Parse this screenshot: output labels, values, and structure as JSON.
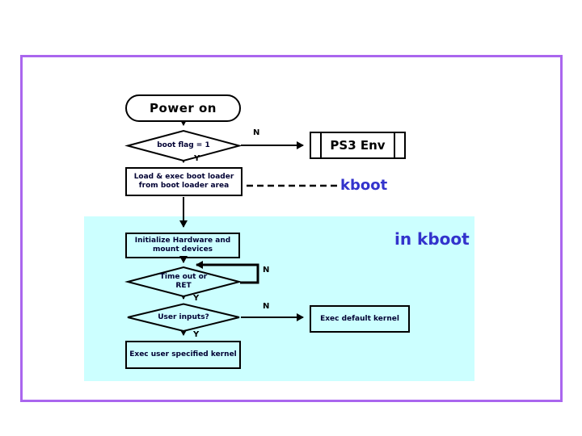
{
  "colors": {
    "frame_border": "#aa66ee",
    "kboot_region_background": "#ccffff",
    "annotation_blue": "#3333cc",
    "line_color": "#000000"
  },
  "nodes": {
    "power_on": {
      "label": "Power on"
    },
    "boot_flag": {
      "label": "boot flag = 1"
    },
    "ps3_env": {
      "label": "PS3 Env"
    },
    "load_boot_loader": {
      "line1": "Load & exec boot loader",
      "line2": "from boot loader area"
    },
    "init_hardware": {
      "line1": "Initialize Hardware and",
      "line2": "mount devices"
    },
    "time_out": {
      "line1": "Time out or",
      "line2": "RET"
    },
    "user_inputs": {
      "label": "User inputs?"
    },
    "exec_default_kernel": {
      "label": "Exec default kernel"
    },
    "exec_user_kernel": {
      "label": "Exec user specified kernel"
    }
  },
  "branch_labels": {
    "boot_flag_no": "N",
    "boot_flag_yes": "Y",
    "time_out_no": "N",
    "time_out_yes": "Y",
    "user_inputs_no": "N",
    "user_inputs_yes": "Y"
  },
  "annotations": {
    "kboot": "kboot",
    "in_kboot": "in kboot"
  }
}
